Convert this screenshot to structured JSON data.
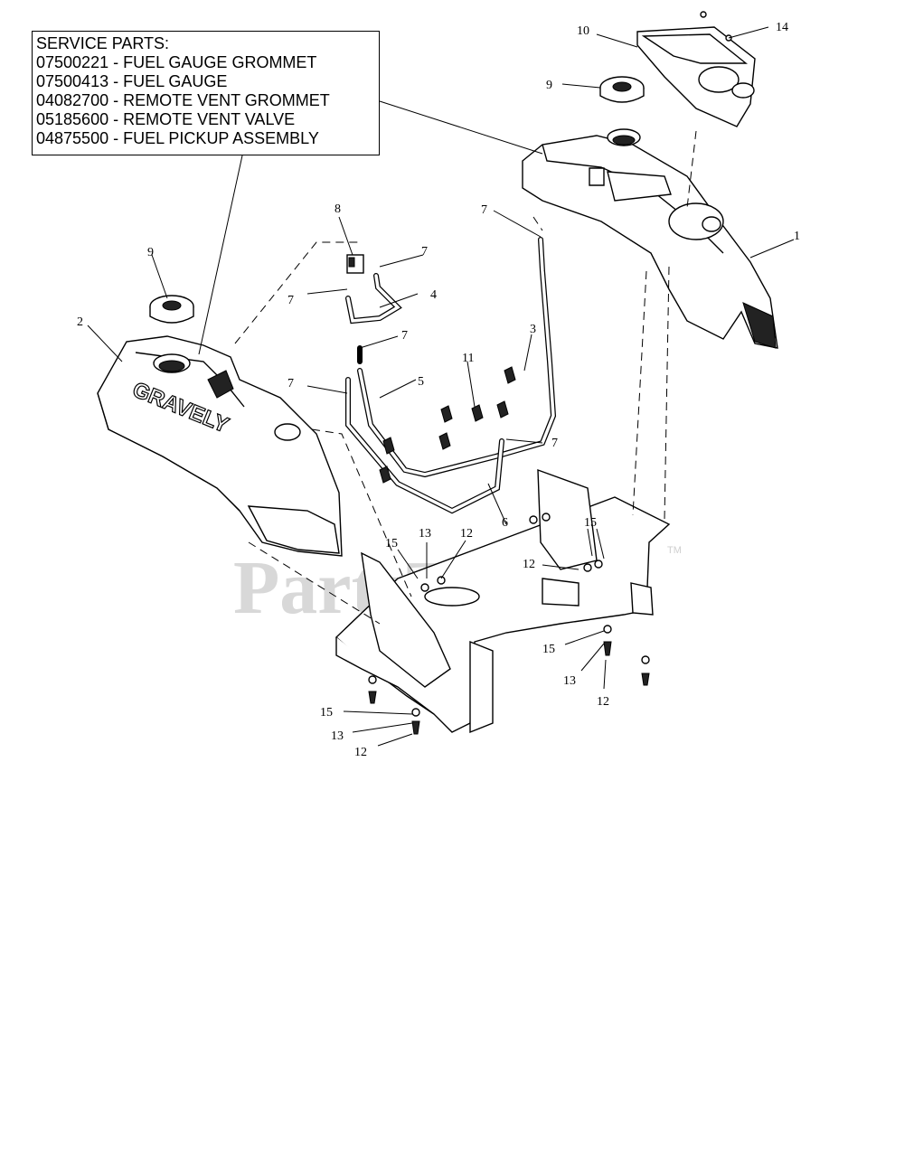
{
  "service_parts": {
    "heading": "SERVICE PARTS:",
    "items": [
      "07500221 - FUEL GAUGE GROMMET",
      "07500413 - FUEL GAUGE",
      "04082700 - REMOTE VENT GROMMET",
      "05185600 - REMOTE VENT VALVE",
      "04875500 - FUEL PICKUP ASSEMBLY"
    ]
  },
  "brand_text": "GRAVELY",
  "watermark": {
    "text": "PartsTree",
    "tm": "TM"
  },
  "callouts": {
    "c1": "1",
    "c2": "2",
    "c3": "3",
    "c4": "4",
    "c5": "5",
    "c6": "6",
    "c7a": "7",
    "c7b": "7",
    "c7c": "7",
    "c7d": "7",
    "c7e": "7",
    "c7f": "7",
    "c8": "8",
    "c9a": "9",
    "c9b": "9",
    "c10": "10",
    "c11": "11",
    "c12a": "12",
    "c12b": "12",
    "c12c": "12",
    "c12d": "12",
    "c13a": "13",
    "c13b": "13",
    "c13c": "13",
    "c14": "14",
    "c15a": "15",
    "c15b": "15",
    "c15c": "15",
    "c15d": "15"
  }
}
